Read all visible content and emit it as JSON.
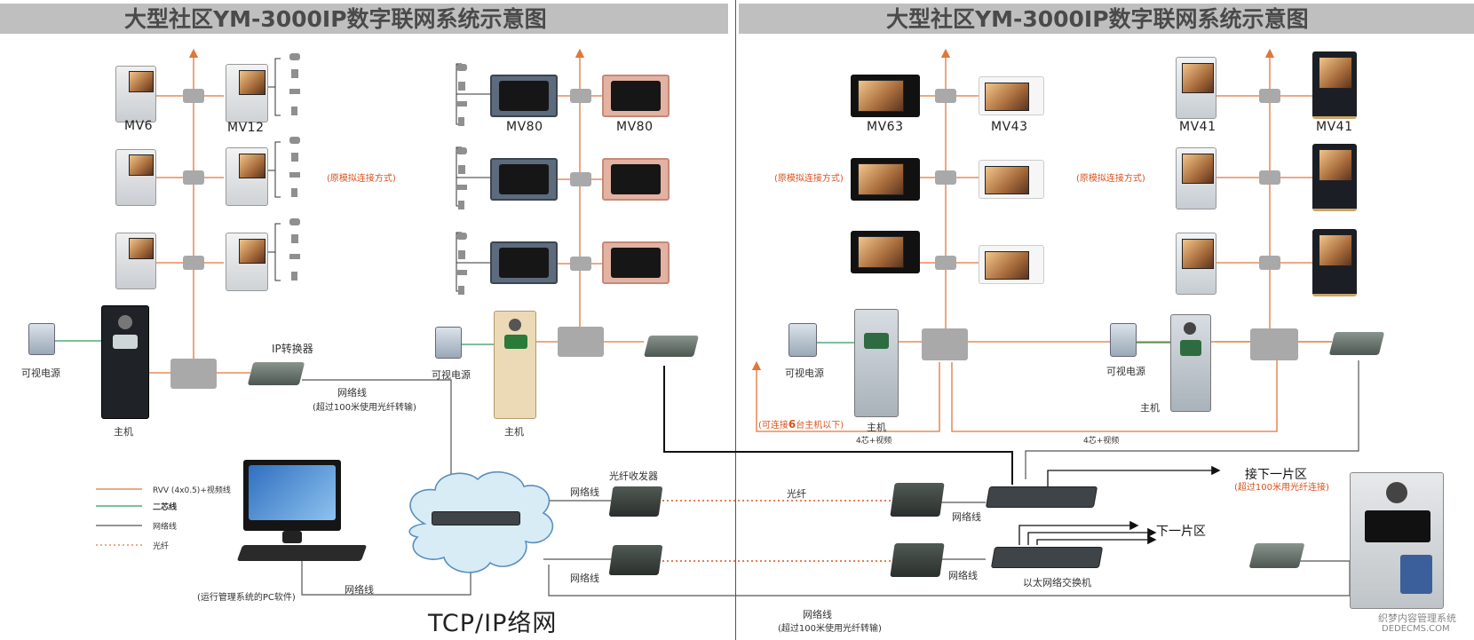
{
  "title": "大型社区YM-3000IP数字联网系统示意图",
  "legend": {
    "rvv": "RVV (4x0.5)+视频线",
    "two_wire": "二芯线",
    "net": "网络线",
    "fiber": "光纤"
  },
  "left": {
    "mv6": "MV6",
    "mv12": "MV12",
    "mv80a": "MV80",
    "mv80b": "MV80",
    "analog": "(原模拟连接方式)",
    "power1": "可视电源",
    "power2": "可视电源",
    "host1": "主机",
    "host2": "主机",
    "ip_converter": "IP转换器",
    "net_line": "网络线",
    "net_note": "(超过100米使用光纤转输)",
    "fiber_transceiver": "光纤收发器",
    "net_a": "网络线",
    "net_b": "网络线",
    "net_pc": "网络线",
    "pc_caption": "(运行管理系统的PC软件)",
    "tcp": "TCP/IP络网"
  },
  "right": {
    "mv63": "MV63",
    "mv43": "MV43",
    "mv41a": "MV41",
    "mv41b": "MV41",
    "analog1": "(原模拟连接方式)",
    "analog2": "(原模拟连接方式)",
    "power1": "可视电源",
    "power2": "可视电源",
    "host1": "主机",
    "host2": "主机",
    "host_limit_pre": "(可连接",
    "host_limit_num": "6",
    "host_limit_post": "台主机以下)",
    "wire1": "4芯+视频",
    "wire2": "4芯+视频",
    "fiber": "光纤",
    "net_a": "网络线",
    "net_b": "网络线",
    "next_zone1": "接下一片区",
    "next_zone1_note": "(超过100米用光纤连接)",
    "next_zone2": "下一片区",
    "switch": "以太网络交换机",
    "net_bottom": "网络线",
    "net_bottom_note": "(超过100米使用光纤转输)"
  },
  "watermark": {
    "line1": "织梦内容管理系统",
    "line2": "DEDECMS.COM"
  },
  "colors": {
    "orange": "#e0763a",
    "green": "#2e9a5a",
    "gray": "#777777",
    "black": "#111111"
  }
}
